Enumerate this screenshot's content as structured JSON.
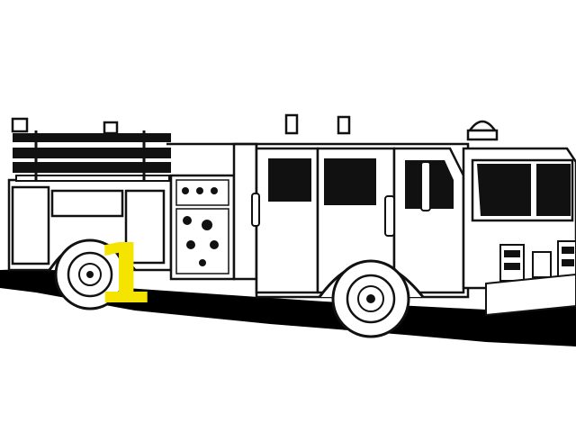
{
  "image": {
    "subject": "fire-truck",
    "style": "black-and-white line art",
    "overlay_text": "1",
    "overlay_color": "#f5e400",
    "line_color": "#111111",
    "fill_color": "#ffffff",
    "shadow_color": "#000000"
  }
}
